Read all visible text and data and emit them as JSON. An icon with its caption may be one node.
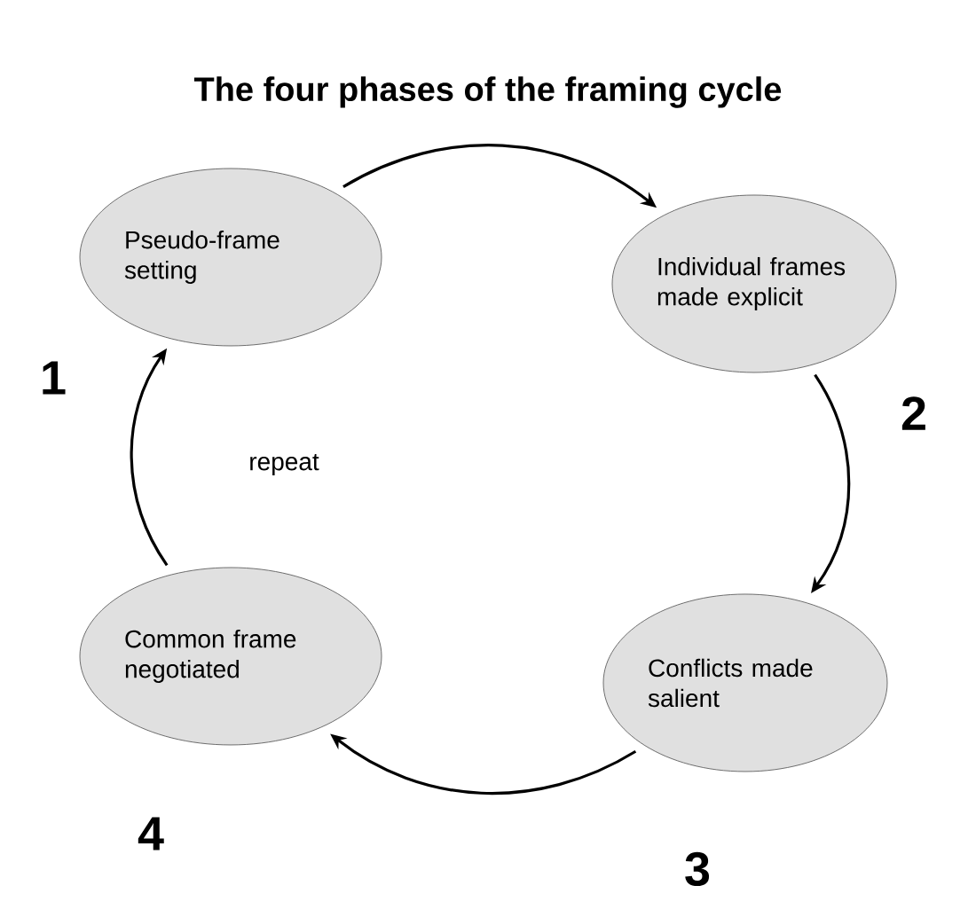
{
  "diagram": {
    "title": "The four phases of the framing cycle",
    "nodes": [
      {
        "text": [
          "Pseudo-frame setting"
        ]
      },
      {
        "text": [
          "Individual frames made explicit"
        ]
      },
      {
        "text": [
          "Conflicts made salient"
        ]
      },
      {
        "text": [
          "Common frame negotiated"
        ]
      }
    ],
    "edges": [
      {
        "from": 0,
        "to": 1,
        "arrow": "to"
      },
      {
        "from": 1,
        "to": 2,
        "arrow": "to"
      },
      {
        "from": 2,
        "to": 3,
        "arrow": "to"
      },
      {
        "from": 3,
        "to": 0,
        "arrow": "to",
        "label": "repeat"
      }
    ],
    "labels": [
      "1",
      "2",
      "3",
      "4"
    ]
  }
}
